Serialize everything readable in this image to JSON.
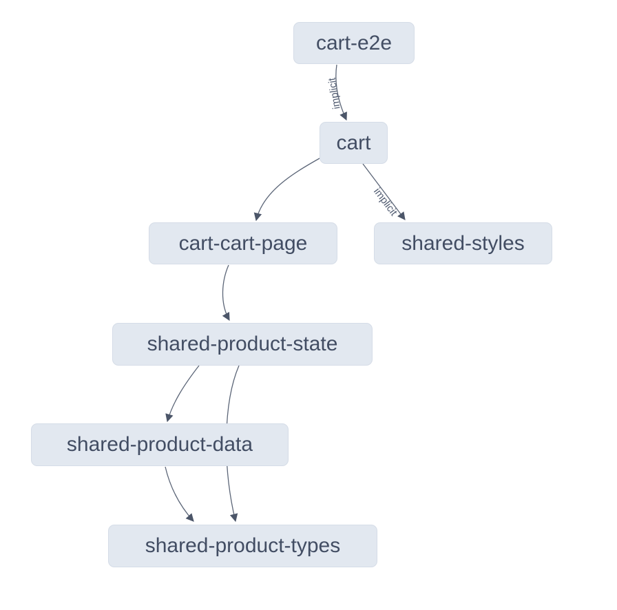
{
  "diagram": {
    "type": "dependency-graph",
    "nodes": [
      {
        "id": "cart-e2e",
        "label": "cart-e2e"
      },
      {
        "id": "cart",
        "label": "cart"
      },
      {
        "id": "cart-cart-page",
        "label": "cart-cart-page"
      },
      {
        "id": "shared-styles",
        "label": "shared-styles"
      },
      {
        "id": "shared-product-state",
        "label": "shared-product-state"
      },
      {
        "id": "shared-product-data",
        "label": "shared-product-data"
      },
      {
        "id": "shared-product-types",
        "label": "shared-product-types"
      }
    ],
    "edges": [
      {
        "source": "cart-e2e",
        "target": "cart",
        "label": "implicit"
      },
      {
        "source": "cart",
        "target": "cart-cart-page",
        "label": ""
      },
      {
        "source": "cart",
        "target": "shared-styles",
        "label": "implicit"
      },
      {
        "source": "cart-cart-page",
        "target": "shared-product-state",
        "label": ""
      },
      {
        "source": "shared-product-state",
        "target": "shared-product-data",
        "label": ""
      },
      {
        "source": "shared-product-state",
        "target": "shared-product-types",
        "label": ""
      },
      {
        "source": "shared-product-data",
        "target": "shared-product-types",
        "label": ""
      }
    ],
    "colors": {
      "background": "#ffffff",
      "node_fill": "#e2e8f0",
      "node_border": "#d5dce7",
      "node_text": "#424d63",
      "edge_stroke": "#5b6577",
      "arrowhead": "#4c5669",
      "edge_label_text": "#525d72"
    }
  }
}
